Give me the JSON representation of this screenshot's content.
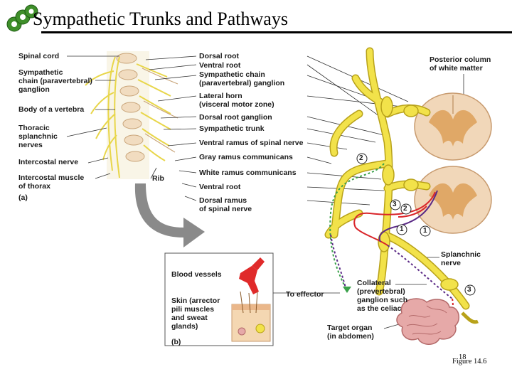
{
  "slide": {
    "title": "Sympathetic Trunks and Pathways",
    "number": "18",
    "figure_ref": "Figure 14.6"
  },
  "panel_a": {
    "left_labels": [
      "Spinal cord",
      "Sympathetic\nchain (paravertebral)\nganglion",
      "Body of a vertebra",
      "Thoracic\nsplanchnic\nnerves",
      "Intercostal nerve",
      "Intercostal muscle\nof thorax"
    ],
    "rib_label": "Rib",
    "panel_letter": "(a)"
  },
  "center_labels": [
    "Dorsal root",
    "Ventral root",
    "Sympathetic chain\n(paravertebral) ganglion",
    "Lateral horn\n(visceral motor zone)",
    "Dorsal root ganglion",
    "Sympathetic trunk",
    "Ventral ramus of spinal nerve",
    "Gray ramus communicans",
    "White ramus communicans",
    "Ventral root",
    "Dorsal ramus\nof spinal nerve"
  ],
  "right_labels": {
    "posterior_column": "Posterior column\nof white matter",
    "splanchnic_nerve": "Splanchnic\nnerve",
    "collateral_ganglion": "Collateral\n(prevertebral)\nganglion such\nas the celiac",
    "target_organ": "Target organ\n(in abdomen)",
    "to_effector": "To effector"
  },
  "panel_b": {
    "blood_vessels": "Blood vessels",
    "skin": "Skin (arrector\npili muscles\nand sweat\nglands)",
    "panel_letter": "(b)"
  },
  "pathway_markers": [
    "2",
    "3",
    "2",
    "1",
    "1",
    "3"
  ],
  "colors": {
    "nerve": "#f2e24a",
    "nerve_outline": "#b8a21a",
    "cord": "#f1d7b9",
    "grey_matter": "#e0a867",
    "pathway_red": "#d9252a",
    "pathway_purple": "#5b2a86",
    "pathway_green": "#3aa14a",
    "arrow_grey": "#8a8a8a"
  }
}
